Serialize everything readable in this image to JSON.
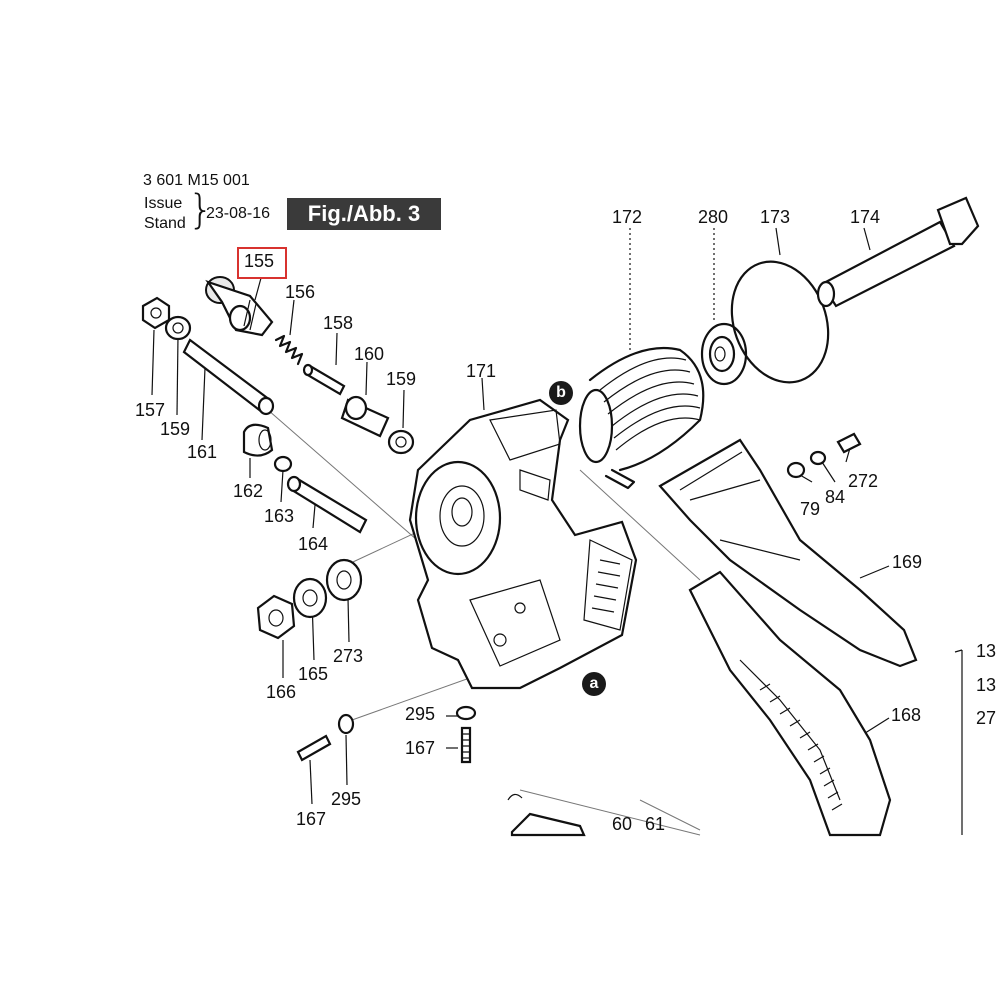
{
  "header": {
    "part_number": "3 601 M15 001",
    "issue_label": "Issue",
    "stand_label": "Stand",
    "date": "23-08-16",
    "figure_label": "Fig./Abb. 3"
  },
  "highlighted_part": "155",
  "callouts": {
    "p155": "155",
    "p156": "156",
    "p157": "157",
    "p158": "158",
    "p159a": "159",
    "p159b": "159",
    "p160": "160",
    "p161": "161",
    "p162": "162",
    "p163": "163",
    "p164": "164",
    "p165": "165",
    "p166": "166",
    "p167a": "167",
    "p167b": "167",
    "p168": "168",
    "p169": "169",
    "p171": "171",
    "p172": "172",
    "p173": "173",
    "p174": "174",
    "p272": "272",
    "p273": "273",
    "p280": "280",
    "p295a": "295",
    "p295b": "295",
    "p79": "79",
    "p84": "84",
    "p60": "60",
    "p61": "61",
    "p13a": "13",
    "p13b": "13",
    "p27": "27"
  },
  "markers": {
    "a": "a",
    "b": "b"
  }
}
